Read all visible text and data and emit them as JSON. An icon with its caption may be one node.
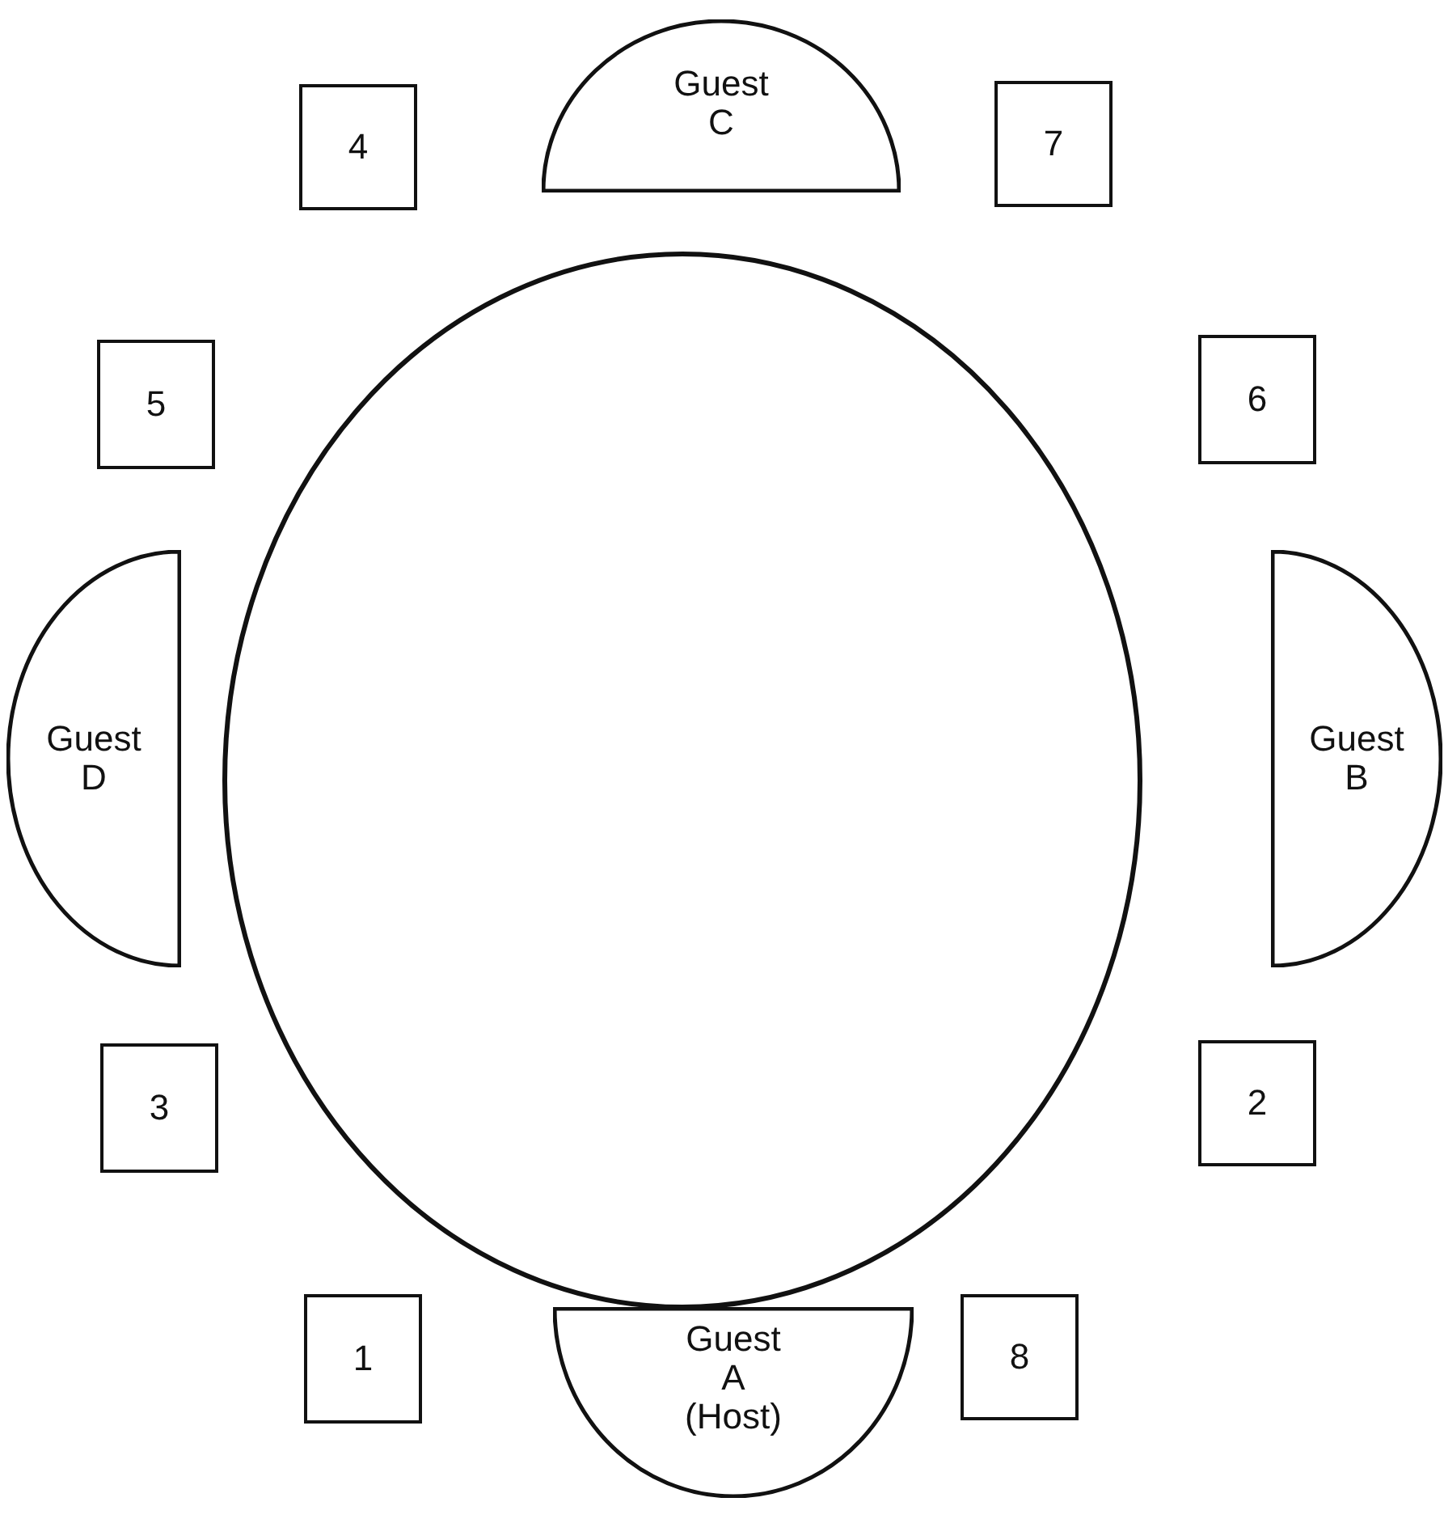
{
  "diagram": {
    "nodes": [
      {
        "text": [
          "4"
        ]
      },
      {
        "text": [
          "Guest C"
        ]
      },
      {
        "text": [
          "7"
        ]
      },
      {
        "text": [],
        "shape": "circle"
      },
      {
        "text": [
          "5"
        ]
      },
      {
        "text": [
          "6"
        ]
      },
      {
        "text": [
          "Guest D"
        ]
      },
      {
        "text": [
          "Guest B"
        ]
      },
      {
        "text": [
          "3"
        ]
      },
      {
        "text": [
          "2"
        ]
      },
      {
        "text": [
          "1"
        ]
      },
      {
        "text": [
          "Guest A (Host)"
        ]
      },
      {
        "text": [
          "8"
        ]
      }
    ]
  }
}
